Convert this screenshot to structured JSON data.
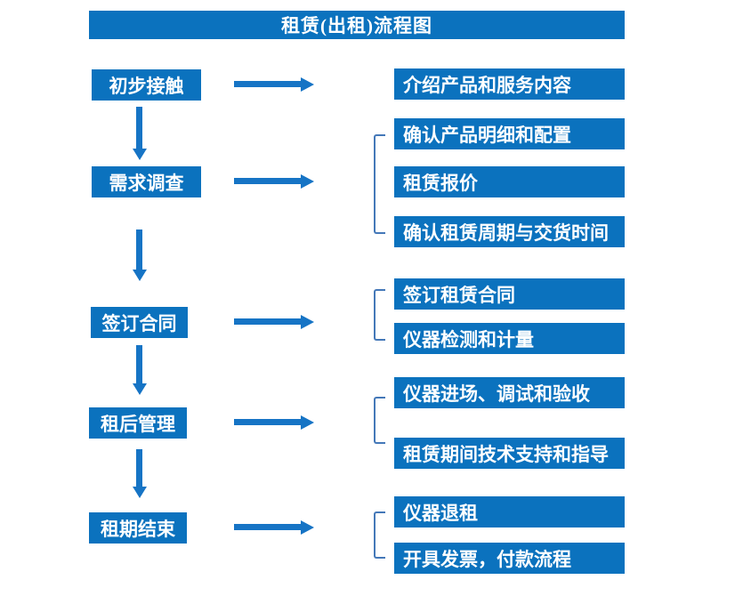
{
  "title": "租赁(出租)流程图",
  "colors": {
    "box": "#0B72BE",
    "arrow": "#1674C5",
    "bracket": "#4478B8",
    "text": "#FFFFFF"
  },
  "steps": [
    {
      "label": "初步接触"
    },
    {
      "label": "需求调查"
    },
    {
      "label": "签订合同"
    },
    {
      "label": "租后管理"
    },
    {
      "label": "租期结束"
    }
  ],
  "details": [
    {
      "label": "介绍产品和服务内容"
    },
    {
      "label": "确认产品明细和配置"
    },
    {
      "label": "租赁报价"
    },
    {
      "label": "确认租赁周期与交货时间"
    },
    {
      "label": "签订租赁合同"
    },
    {
      "label": "仪器检测和计量"
    },
    {
      "label": "仪器进场、调试和验收"
    },
    {
      "label": "租赁期间技术支持和指导"
    },
    {
      "label": "仪器退租"
    },
    {
      "label": "开具发票，付款流程"
    }
  ]
}
